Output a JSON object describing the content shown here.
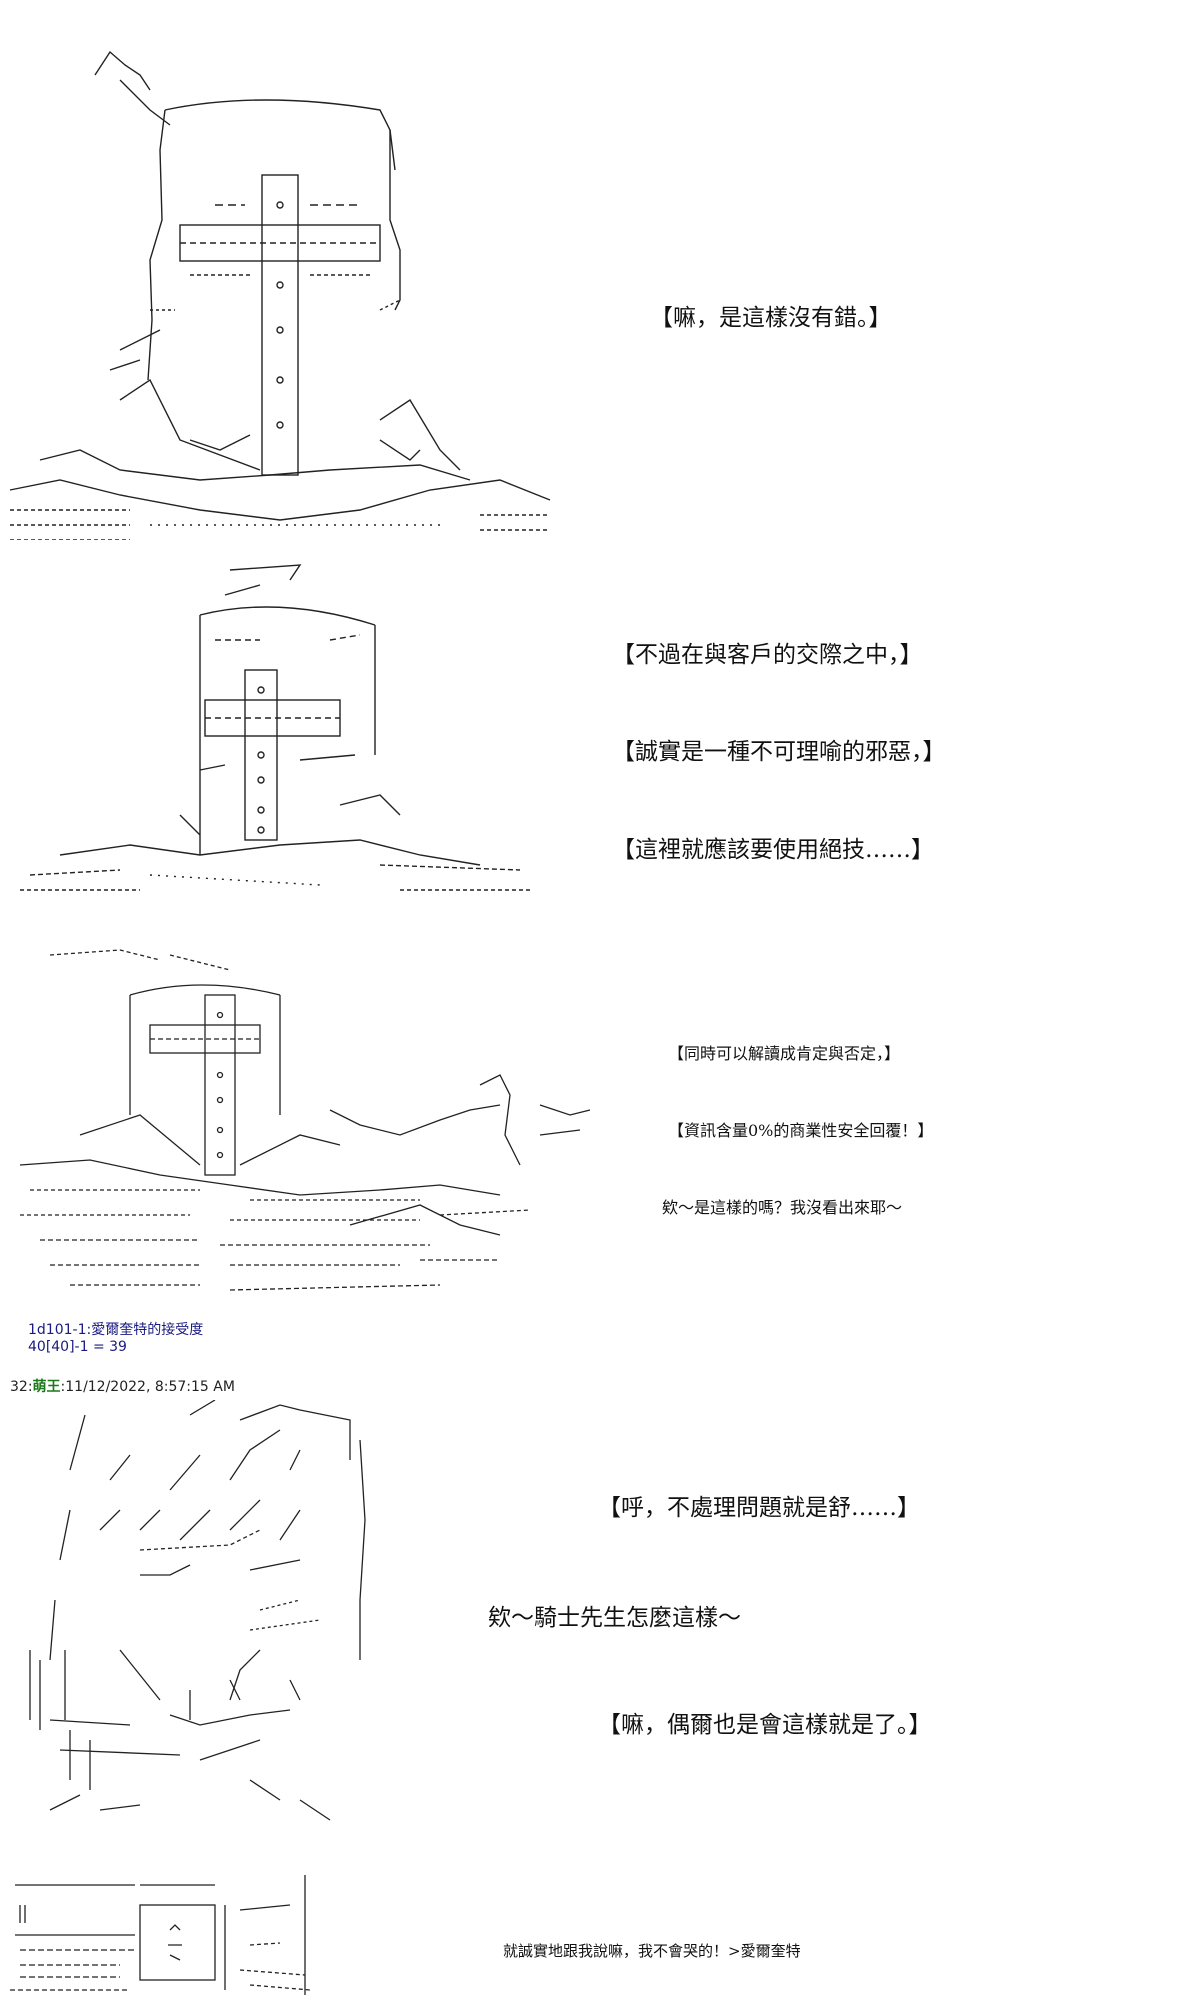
{
  "panels": [
    {
      "art": "armored-knight-helmet-ascii",
      "lines": [
        "【嘛，是這樣沒有錯。】"
      ]
    },
    {
      "art": "knight-helmet-ascii-small",
      "lines": [
        "【不過在與客戶的交際之中，】",
        "【誠實是一種不可理喻的邪惡，】",
        "【這裡就應該要使用絕技……】"
      ]
    },
    {
      "art": "knight-pointing-ascii",
      "lines": [
        "【同時可以解讀成肯定與否定，】",
        "【資訊含量0%的商業性安全回覆！】",
        "欸～是這樣的嗎？我沒看出來耶～"
      ]
    }
  ],
  "dice_roll": {
    "line1": "1d101-1:愛爾奎特的接受度",
    "line2": "40[40]-1 = 39"
  },
  "post": {
    "number": "32:",
    "username": "萌王",
    "timestamp": ":11/12/2022, 8:57:15 AM"
  },
  "panel4": {
    "art": "sketchy-face-ascii",
    "lines": [
      "【呼，不處理問題就是舒……】",
      "欸～騎士先生怎麼這樣～",
      "【嘛，偶爾也是會這樣就是了。】"
    ]
  },
  "panel5": {
    "art": "window-box-ascii",
    "lines": [
      "就誠實地跟我說嘛，我不會哭的！>愛爾奎特"
    ]
  }
}
